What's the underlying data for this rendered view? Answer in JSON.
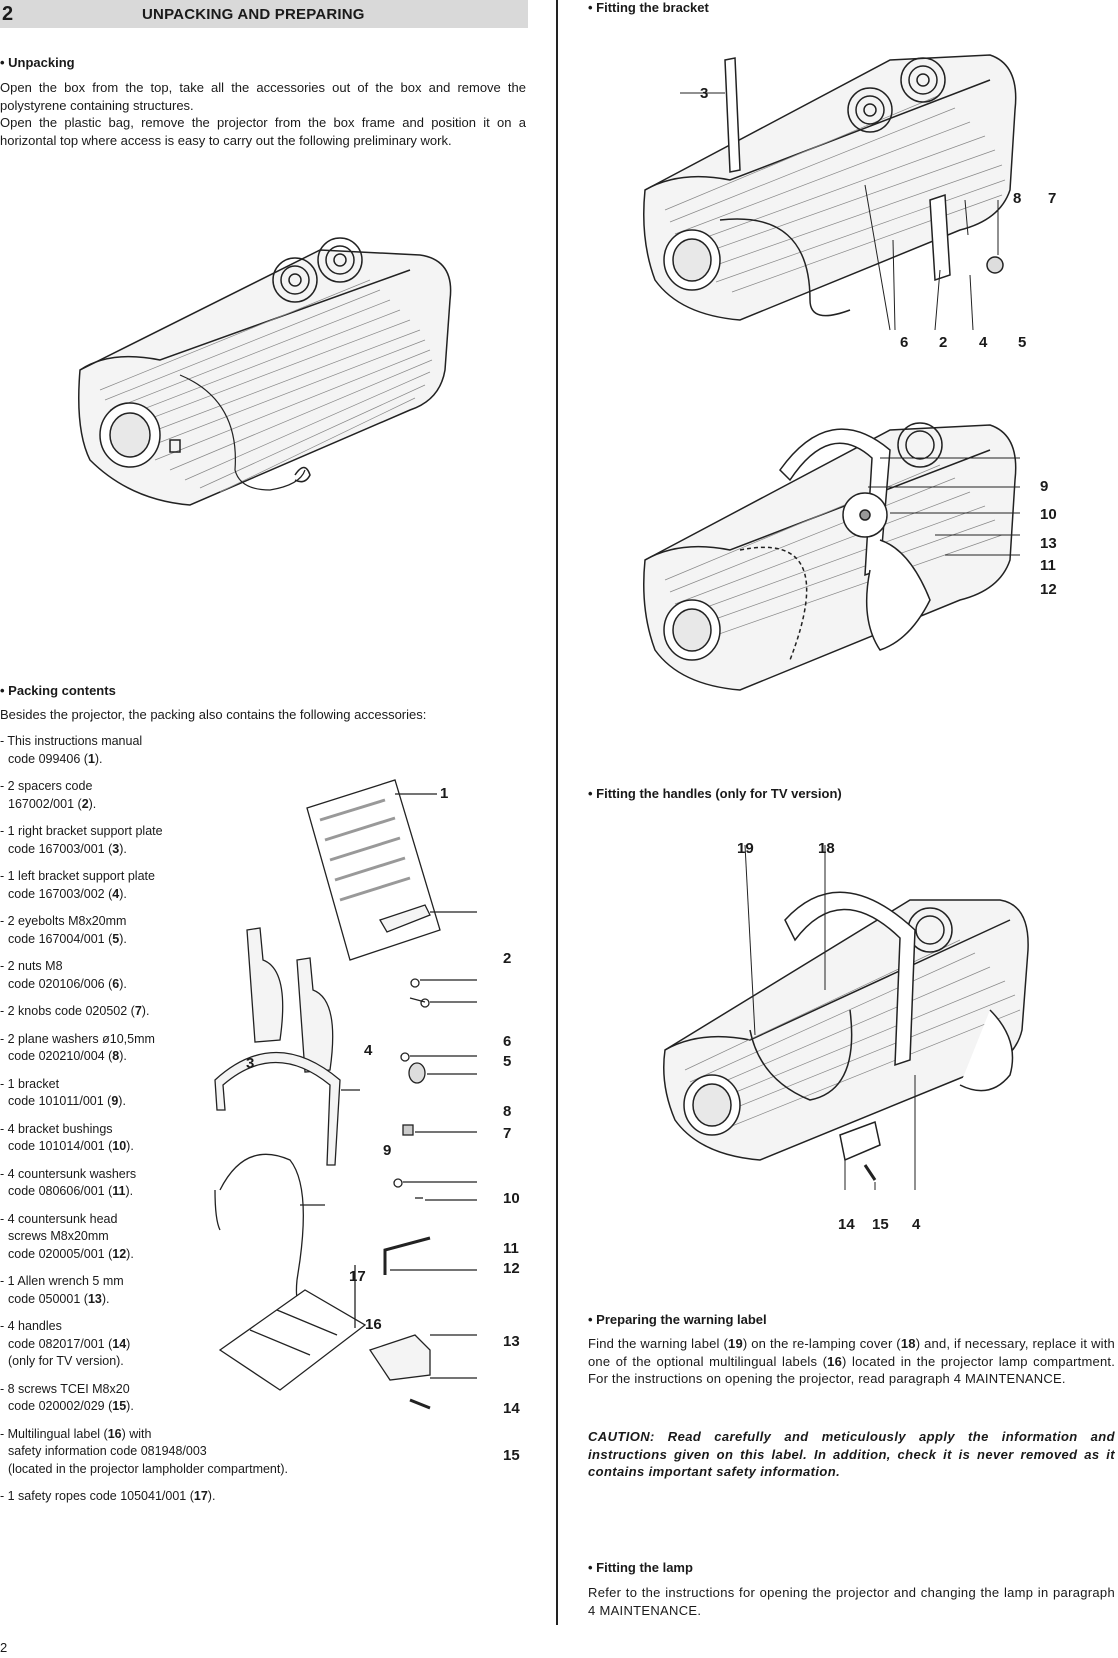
{
  "header": {
    "number": "2",
    "title": "UNPACKING AND PREPARING"
  },
  "unpacking": {
    "heading": "• Unpacking",
    "text1": "Open the box from the top, take all the accessories out of the box and remove the polystyrene containing structures.",
    "text2": "Open the plastic bag, remove the projector from the box frame and position it on a horizontal top where access is easy to carry out the following preliminary work."
  },
  "packing": {
    "heading": "• Packing contents",
    "intro": "Besides the projector, the packing also contains the following accessories:",
    "items": [
      {
        "l1": "- This instructions manual",
        "l2": "code 099406 (",
        "b": "1",
        "e": ")."
      },
      {
        "l1": "- 2 spacers code",
        "l2": "167002/001 (",
        "b": "2",
        "e": ")."
      },
      {
        "l1": "- 1 right bracket support plate",
        "l2": "code 167003/001 (",
        "b": "3",
        "e": ")."
      },
      {
        "l1": "- 1 left bracket support plate",
        "l2": "code 167003/002 (",
        "b": "4",
        "e": ")."
      },
      {
        "l1": "- 2 eyebolts M8x20mm",
        "l2": "code 167004/001 (",
        "b": "5",
        "e": ")."
      },
      {
        "l1": "- 2 nuts M8",
        "l2": "code 020106/006 (",
        "b": "6",
        "e": ")."
      },
      {
        "l1": "- 2 knobs code 020502 (",
        "l1b": "7",
        "l1e": ")."
      },
      {
        "l1": "- 2 plane washers ø10,5mm",
        "l2": "code 020210/004 (",
        "b": "8",
        "e": ")."
      },
      {
        "l1": "- 1 bracket",
        "l2": "code 101011/001 (",
        "b": "9",
        "e": ")."
      },
      {
        "l1": "- 4 bracket bushings",
        "l2": "code 101014/001 (",
        "b": "10",
        "e": ")."
      },
      {
        "l1": "- 4 countersunk washers",
        "l2": "code 080606/001 (",
        "b": "11",
        "e": ")."
      },
      {
        "l1": "- 4 countersunk head",
        "l2": "screws M8x20mm",
        "l3": "code 020005/001 (",
        "b": "12",
        "e": ")."
      },
      {
        "l1": "- 1 Allen wrench 5 mm",
        "l2": "code 050001 (",
        "b": "13",
        "e": ")."
      },
      {
        "l1": "- 4 handles",
        "l2": "code 082017/001 (",
        "b": "14",
        "e": ")",
        "l3": "(only for TV version)."
      },
      {
        "l1": "- 8 screws TCEI M8x20",
        "l2": "code 020002/029 (",
        "b": "15",
        "e": ")."
      },
      {
        "l1": "- Multilingual label (",
        "l1b": "16",
        "l1e": ") with",
        "l2": "safety information code 081948/003",
        "l3": "(located in the projector lampholder compartment)."
      },
      {
        "l1": "- 1 safety ropes code 105041/001 (",
        "l1b": "17",
        "l1e": ")."
      }
    ],
    "callouts": [
      "1",
      "2",
      "3",
      "4",
      "6",
      "5",
      "8",
      "7",
      "9",
      "10",
      "11",
      "12",
      "17",
      "16",
      "13",
      "14",
      "15"
    ]
  },
  "bracket": {
    "heading": "• Fitting the bracket",
    "callouts_top": [
      "3",
      "8",
      "7",
      "6",
      "2",
      "4",
      "5"
    ],
    "callouts_mid": [
      "9",
      "10",
      "13",
      "11",
      "12"
    ]
  },
  "handles": {
    "heading": "• Fitting the handles (only for TV version)",
    "callouts": [
      "19",
      "18",
      "14",
      "15",
      "4"
    ]
  },
  "warning": {
    "heading": "• Preparing the warning label",
    "t1": "Find the warning label (",
    "b1": "19",
    "t2": ") on the re-lamping cover (",
    "b2": "18",
    "t3": ") and, if necessary, replace it with one of the optional multilingual labels (",
    "b3": "16",
    "t4": ") located in the projector lamp compartment. For the instructions on opening the projector, read paragraph 4 MAINTENANCE.",
    "caution": "CAUTION: Read carefully and meticulously apply the information and instructions given on this label. In addition, check it is never removed as it contains important safety information."
  },
  "lamp": {
    "heading": "• Fitting the lamp",
    "text": "Refer to the instructions for opening the projector and changing the lamp in paragraph 4 MAINTENANCE."
  },
  "page_number": "2"
}
